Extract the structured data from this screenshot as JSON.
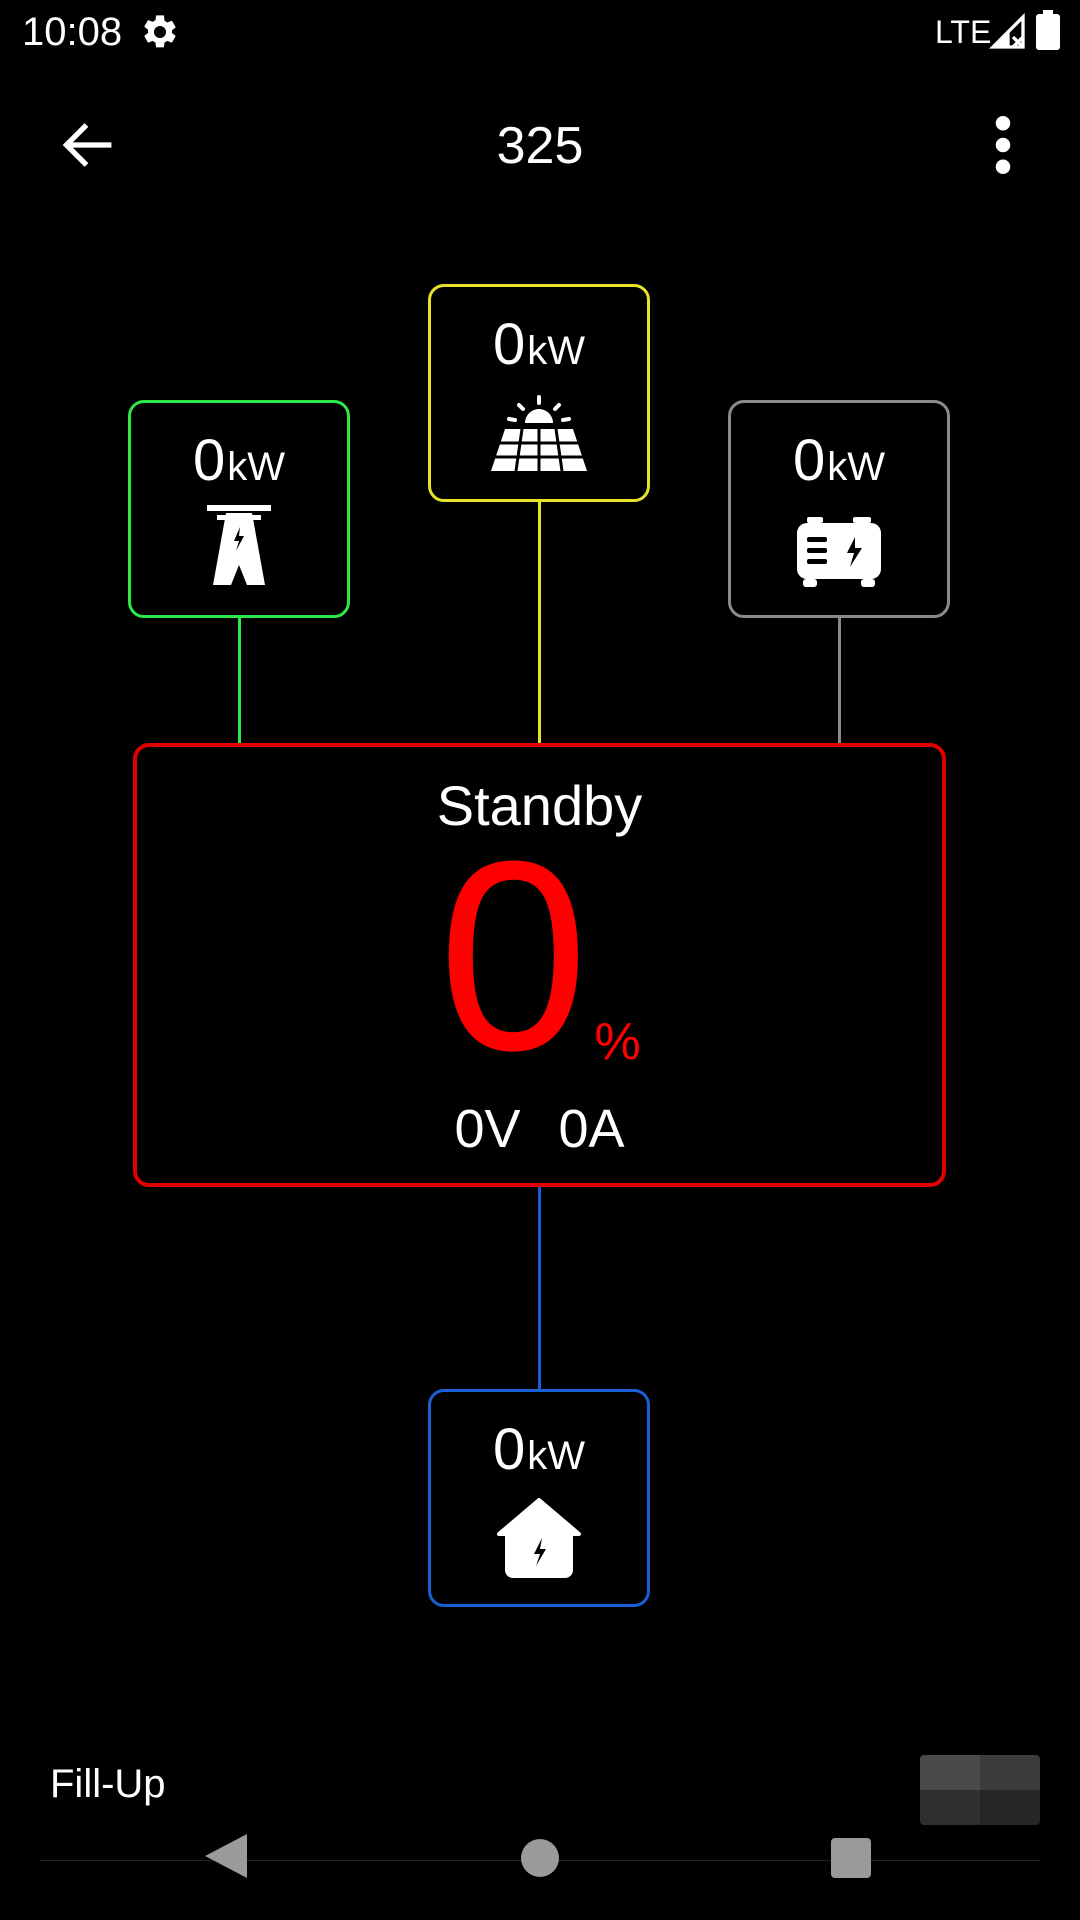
{
  "status_bar": {
    "time": "10:08",
    "network": "LTE",
    "icons": [
      "gear-icon",
      "signal-icon",
      "battery-icon"
    ]
  },
  "app_bar": {
    "title": "325",
    "icons": [
      "arrow-back-icon",
      "more-vert-icon"
    ]
  },
  "nodes": {
    "grid": {
      "value": "0",
      "unit": "kW",
      "color": "#2ee84a",
      "icon": "power-tower-icon"
    },
    "solar": {
      "value": "0",
      "unit": "kW",
      "color": "#e6e22a",
      "icon": "solar-panel-icon"
    },
    "generator": {
      "value": "0",
      "unit": "kW",
      "color": "#8a8a8a",
      "icon": "generator-icon"
    },
    "load": {
      "value": "0",
      "unit": "kW",
      "color": "#1a5fd4",
      "icon": "home-power-icon"
    }
  },
  "inverter": {
    "status": "Standby",
    "battery_percent": "0",
    "percent_sign": "%",
    "voltage": "0V",
    "current": "0A",
    "border_color": "#e00000",
    "percent_color": "#ff0000"
  },
  "footer": {
    "label": "Fill-Up"
  },
  "nav_bar": {
    "icons": [
      "nav-back-icon",
      "nav-home-icon",
      "nav-recent-icon"
    ]
  }
}
